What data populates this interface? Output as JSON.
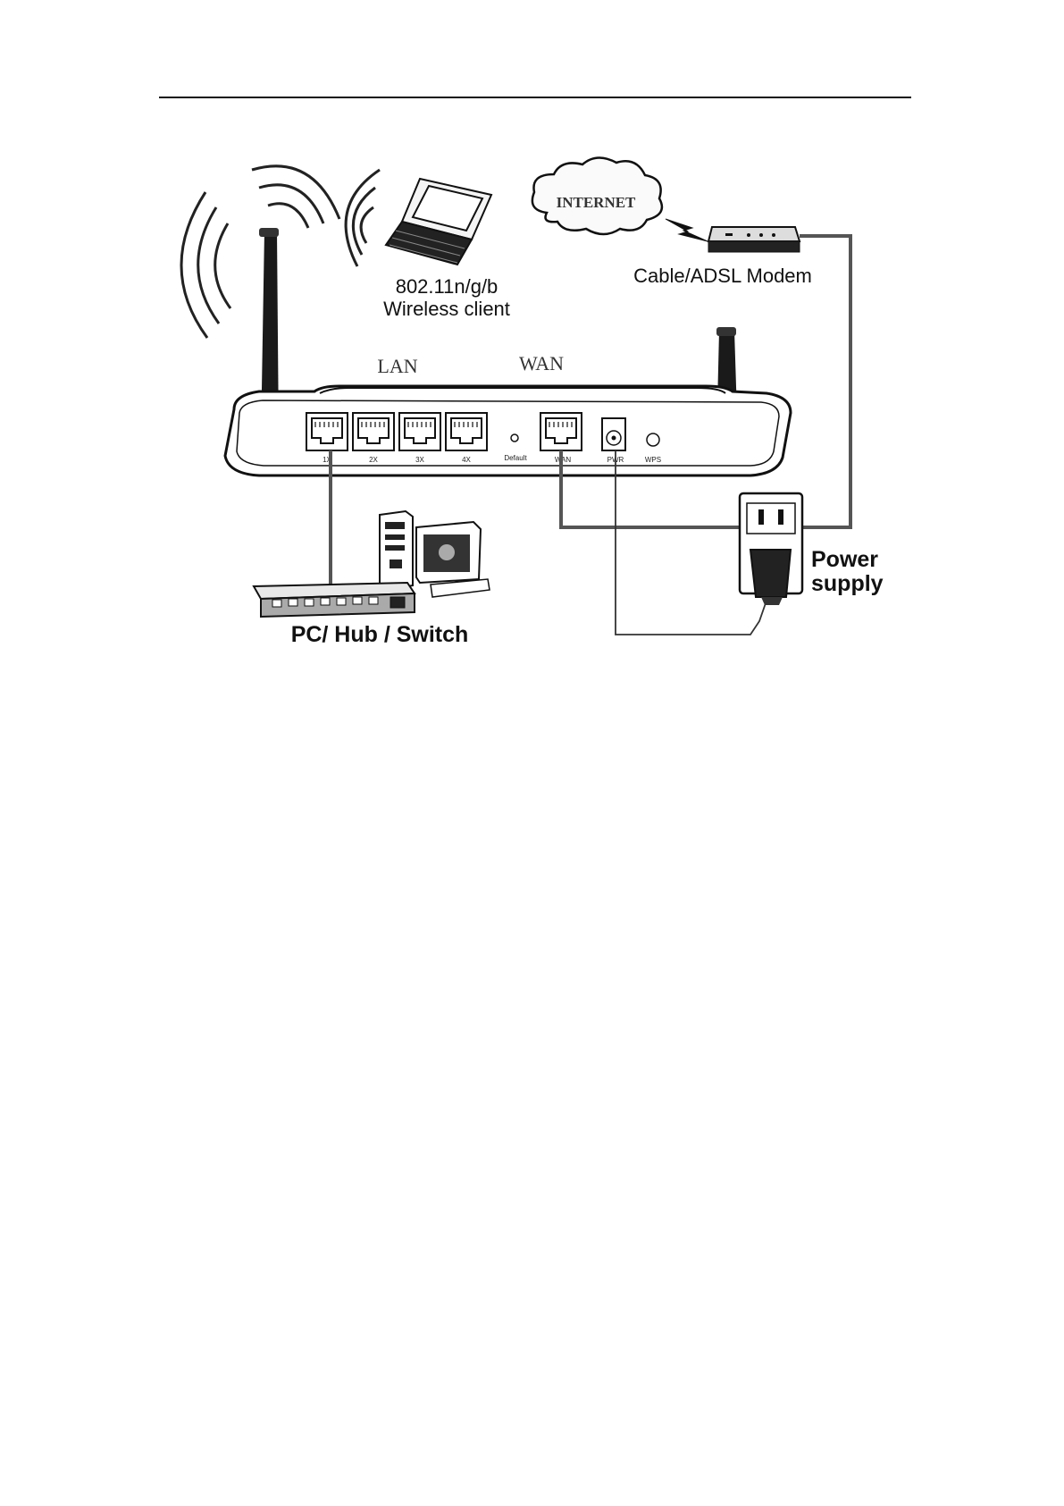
{
  "header": {
    "rule": true
  },
  "diagram": {
    "internet_label": "INTERNET",
    "modem_label": "Cable/ADSL Modem",
    "wireless_client": {
      "line1": "802.11n/g/b",
      "line2": "Wireless client"
    },
    "section_labels": {
      "lan": "LAN",
      "wan": "WAN"
    },
    "router_ports": {
      "lan": [
        "1X",
        "2X",
        "3X",
        "4X"
      ],
      "default": "Default",
      "wan": "WAN",
      "pwr": "PWR",
      "wps": "WPS"
    },
    "power_supply": {
      "line1": "Power",
      "line2": "supply"
    },
    "pc_hub_switch": "PC/ Hub / Switch"
  }
}
